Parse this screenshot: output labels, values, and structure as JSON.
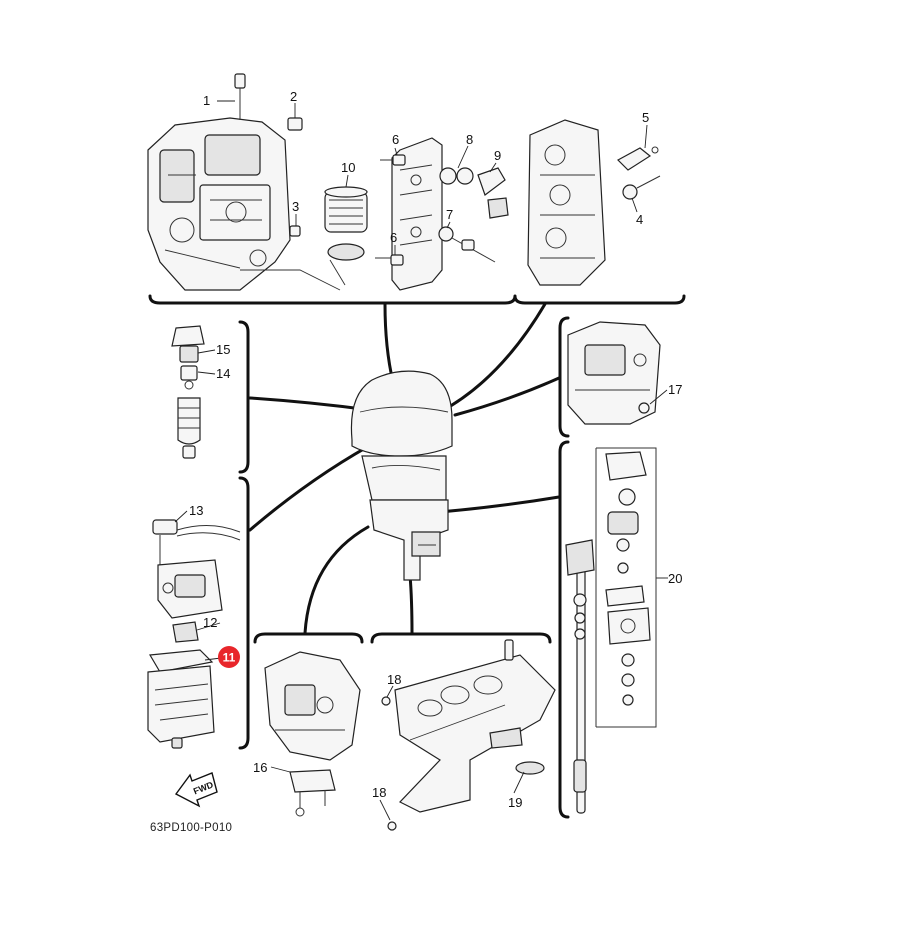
{
  "callouts": {
    "c1": "1",
    "c2": "2",
    "c3": "3",
    "c4": "4",
    "c5": "5",
    "c6a": "6",
    "c6b": "6",
    "c7": "7",
    "c8": "8",
    "c9": "9",
    "c10": "10",
    "c11": "11",
    "c12": "12",
    "c13": "13",
    "c14": "14",
    "c15": "15",
    "c16": "16",
    "c17": "17",
    "c18a": "18",
    "c18b": "18",
    "c19": "19",
    "c20": "20"
  },
  "fwd_label": "FWD",
  "diagram_code": "63PD100-P010",
  "colors": {
    "highlight": "#e8262b",
    "line": "#111111",
    "background": "#ffffff"
  },
  "icons": {
    "fwd": "fwd-arrow-icon"
  }
}
